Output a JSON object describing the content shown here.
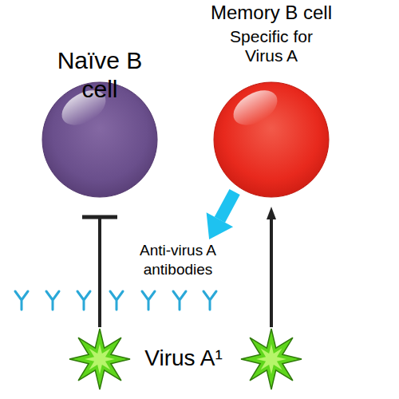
{
  "diagram": {
    "nodes": [
      {
        "text": [
          "Naïve B cell"
        ]
      },
      {
        "text": [
          "Memory B cell",
          "Specific for Virus A"
        ]
      },
      {
        "text": [
          "Anti-virus A antibodies"
        ]
      },
      {
        "text": [
          "Virus A¹"
        ]
      }
    ],
    "edges": [
      {
        "from": 3,
        "to": 0,
        "arrow": "to"
      },
      {
        "from": 3,
        "to": 1,
        "arrow": "to"
      },
      {
        "from": 1,
        "to": 2,
        "arrow": "to"
      }
    ]
  }
}
